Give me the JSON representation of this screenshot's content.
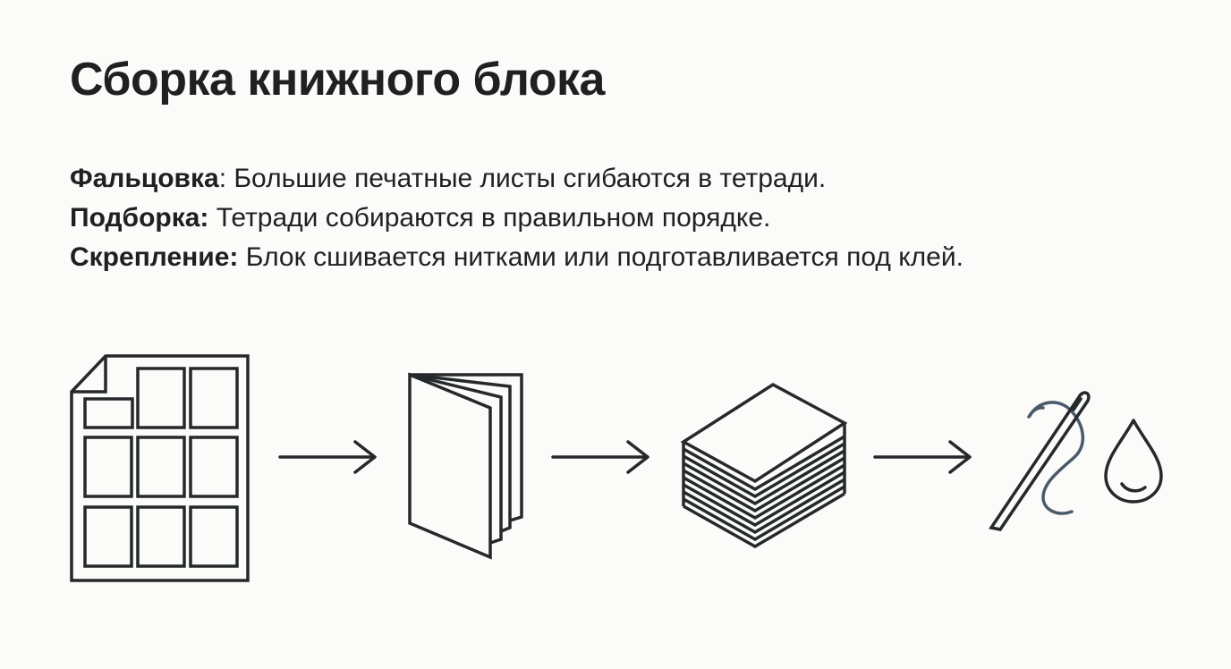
{
  "title": "Сборка книжного блока",
  "steps": [
    {
      "term": "Фальцовка",
      "text": ": Большие печатные листы сгибаются в тетради."
    },
    {
      "term": "Подборка:",
      "text": " Тетради собираются в правильном порядке."
    },
    {
      "term": "Скрепление:",
      "text": " Блок сшивается нитками или подготавливается под клей."
    }
  ],
  "icons": [
    "printed-sheet-icon",
    "folded-signature-icon",
    "stacked-signatures-icon",
    "needle-thread-icon",
    "glue-drop-icon"
  ],
  "colors": {
    "ink": "#1f2020",
    "thread": "#4a5a6b",
    "background": "#fbfbf9"
  }
}
